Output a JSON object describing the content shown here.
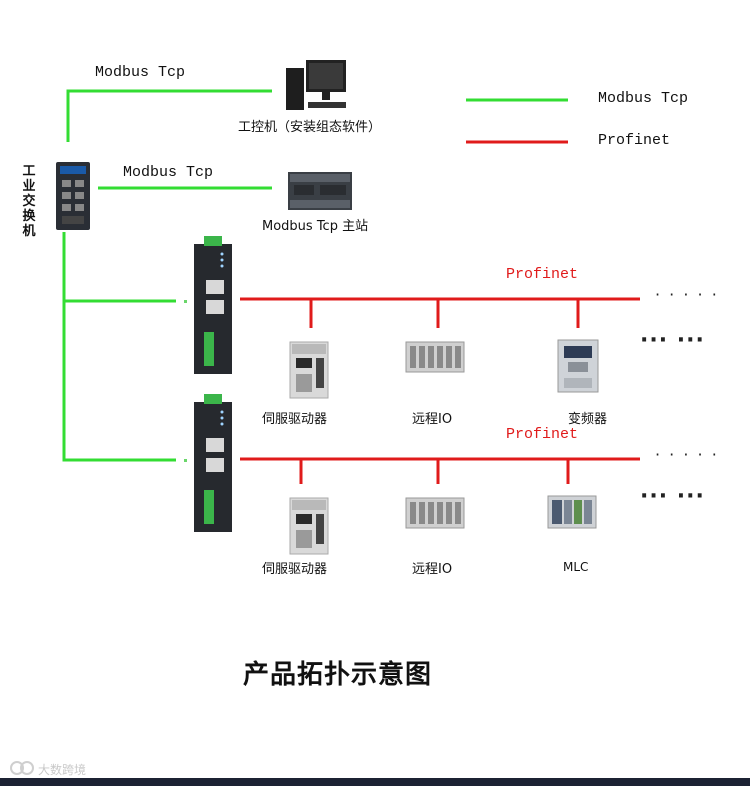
{
  "labels": {
    "modbus_top": "Modbus Tcp",
    "modbus_mid": "Modbus Tcp",
    "legend_green": "Modbus Tcp",
    "legend_red": "Profinet",
    "profinet_1": "Profinet",
    "profinet_2": "Profinet"
  },
  "switch_label": "工业交换机",
  "devices": {
    "ipc": "工控机（安装组态软件）",
    "master": "Modbus Tcp 主站",
    "servo_1": "伺服驱动器",
    "remote_io_1": "远程IO",
    "vfd": "变频器",
    "servo_2": "伺服驱动器",
    "remote_io_2": "远程IO",
    "mlc": "MLC"
  },
  "continuation": {
    "line_dots": "· · · · ·",
    "device_dots": "··· ···"
  },
  "title": "产品拓扑示意图",
  "watermark": "大数跨境",
  "colors": {
    "modbus_line": "#33dd33",
    "profinet_line": "#e01b1b"
  }
}
